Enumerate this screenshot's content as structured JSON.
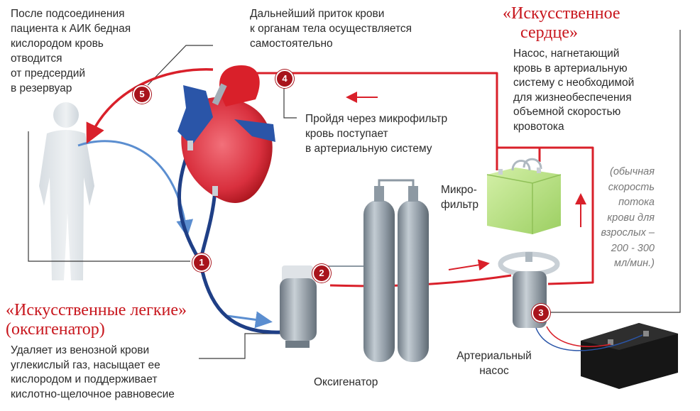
{
  "texts": {
    "top_left": [
      "После подсоединения",
      "пациента к АИК бедная",
      "кислородом кровь",
      "отводится",
      "от предсердий",
      "в резервуар"
    ],
    "top_center": [
      "Дальнейший приток крови",
      "к органам тела осуществляется",
      "самостоятельно"
    ],
    "heart_title": [
      "«Искусственное",
      "сердце»"
    ],
    "heart_desc": [
      "Насос, нагнетающий",
      "кровь в артериальную",
      "систему  с необходимой",
      "для жизнеобеспечения",
      "объемной скоростью",
      "кровотока"
    ],
    "microfilter_note": [
      "Пройдя через микрофильтр",
      "кровь поступает",
      "в артериальную систему"
    ],
    "microfilter_label": [
      "Микро-",
      "фильтр"
    ],
    "flow_note": [
      "(обычная",
      "скорость",
      "потока",
      "крови для",
      "взрослых –",
      "200 - 300",
      "мл/мин.)"
    ],
    "lungs_title": [
      "«Искусственные легкие»",
      "(оксигенатор)"
    ],
    "lungs_desc": [
      "Удаляет из венозной крови",
      "углекислый газ, насыщает ее",
      "кислородом и поддерживает",
      "кислотно-щелочное равновесие"
    ],
    "oxygenator_label": "Оксигенатор",
    "pump_label": [
      "Артериальный",
      "насос"
    ]
  },
  "markers": [
    "1",
    "2",
    "3",
    "4",
    "5"
  ],
  "colors": {
    "arterial": "#d9202a",
    "venous": "#2a55a8",
    "light_blue_arrow": "#5b8ed0",
    "accent_title": "#c8161d",
    "marker": "#a8141c",
    "cylinder": "#8d99a3",
    "filter": "#b9e08a",
    "battery": "#161616"
  }
}
